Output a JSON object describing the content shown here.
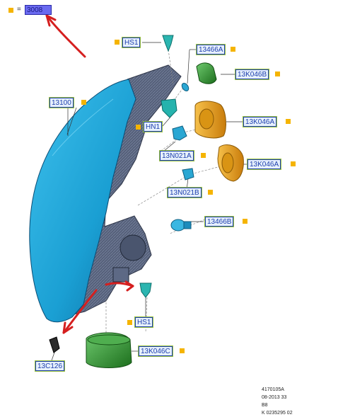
{
  "legend": {
    "equals": "=",
    "code": "3008"
  },
  "callouts": {
    "hs1_top": "HS1",
    "c13466a": "13466A",
    "c13k046b": "13K046B",
    "c13100": "13100",
    "hn1": "HN1",
    "c13k046a_1": "13K046A",
    "c13n021a": "13N021A",
    "c13k046a_2": "13K046A",
    "c13n021b": "13N021B",
    "c13466b": "13466B",
    "hs1_bottom": "HS1",
    "c13k046c": "13K046C",
    "c13c126": "13C126"
  },
  "footer": {
    "line1": "4170105A",
    "line2": "08-2013 33",
    "line3": "B8",
    "line4": "K 0235295 02"
  },
  "colors": {
    "callout_text": "#1e3fb0",
    "callout_border": "#1e3fb0",
    "marker": "#f5b400",
    "housing_blue": "#1aa3d6",
    "bulb_socket_orange": "#e8a019",
    "cap_green": "#2f8f2f",
    "annotation_red": "#d51f1f"
  }
}
